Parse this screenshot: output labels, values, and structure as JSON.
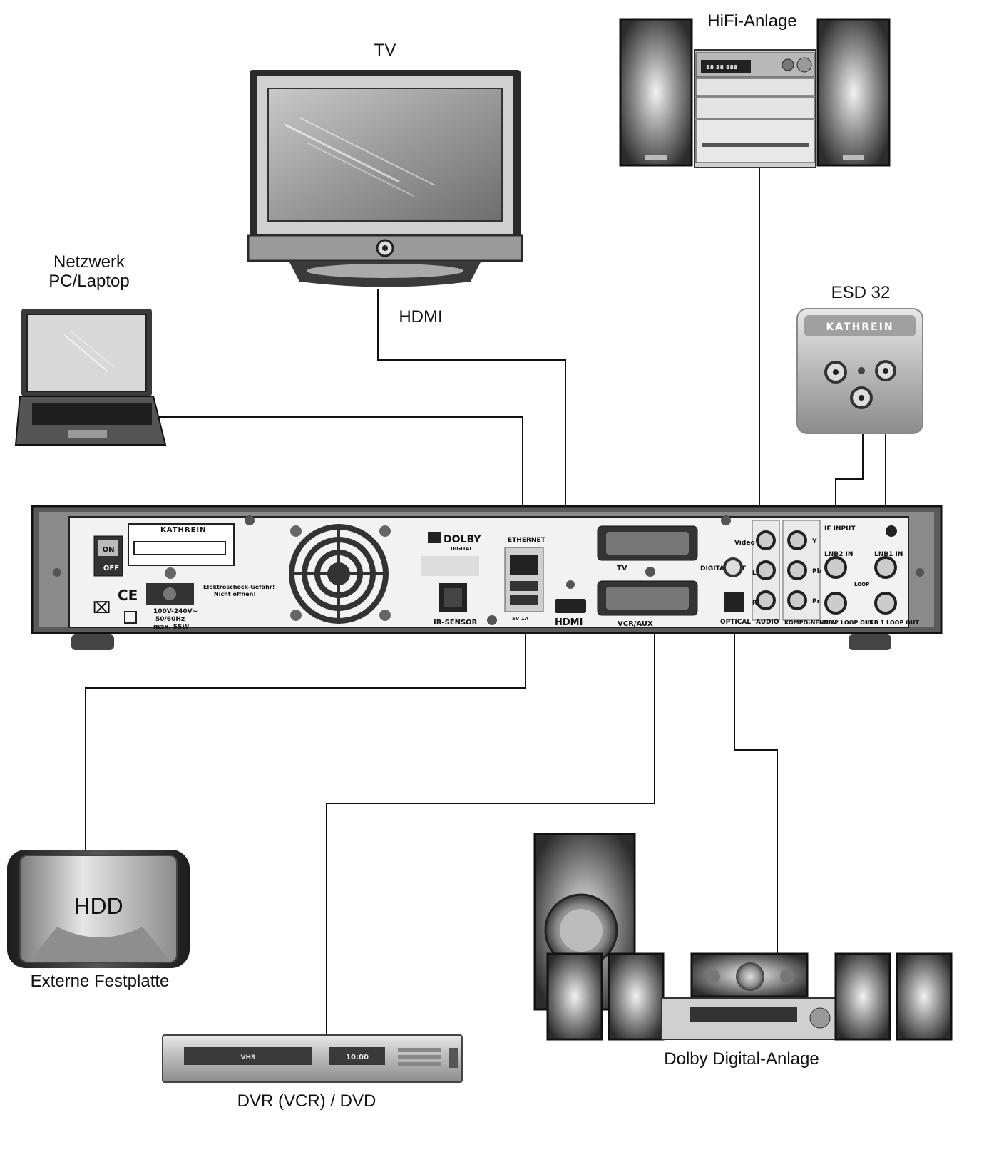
{
  "labels": {
    "tv": "TV",
    "hifi": "HiFi-Anlage",
    "network": "Netzwerk",
    "network2": "PC/Laptop",
    "hdmi": "HDMI",
    "esd": "ESD 32",
    "hdd": "HDD",
    "hdd_caption": "Externe Festplatte",
    "dvr": "DVR (VCR) / DVD",
    "dolby_system": "Dolby Digital-Anlage"
  },
  "receiver": {
    "brand": "KATHREIN",
    "switch_on": "ON",
    "switch_off": "OFF",
    "ce": "CE",
    "power_spec_1": "100V-240V~",
    "power_spec_2": "50/60Hz",
    "power_spec_3": "max. 55W",
    "warning_1": "Elektroschock-Gefahr!",
    "warning_2": "Nicht öffnen!",
    "dolby": "DOLBY",
    "dolby_sub": "DIGITAL",
    "ethernet": "ETHERNET",
    "ir_sensor": "IR-SENSOR",
    "usb_spec": "5V 1A",
    "hdmi_port": "HDMI",
    "scart_tv": "TV",
    "scart_vcr": "VCR/AUX",
    "digital_out": "DIGITAL OUT",
    "optical": "OPTICAL",
    "video": "Video",
    "audio": "AUDIO",
    "audio_l": "L",
    "audio_r": "R",
    "comp_y": "Y",
    "comp_pb": "Pb",
    "comp_pr": "Pr",
    "komponenten": "KOMPO-NENTEN",
    "if_input": "IF INPUT",
    "lnb2_in": "LNB2 IN",
    "lnb1_in": "LNB1 IN",
    "loop": "LOOP",
    "lnb2_out": "LNB 2 LOOP OUT",
    "lnb1_out": "LNB 1 LOOP OUT"
  },
  "esd_brand": "KATHREIN",
  "hifi_display": "88 88 888",
  "dvr_screen": "VHS",
  "dvr_time": "10:00",
  "colors": {
    "line": "#111111",
    "device_dark": "#2a2a2a",
    "device_mid": "#8a8a8a",
    "device_light": "#d6d6d6"
  }
}
